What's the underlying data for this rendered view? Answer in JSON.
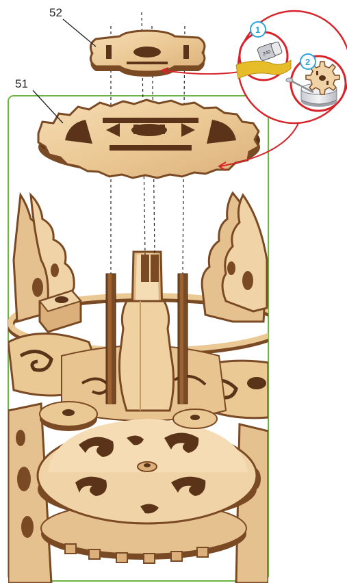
{
  "parts": [
    {
      "number": "52"
    },
    {
      "number": "51"
    }
  ],
  "steps": [
    {
      "number": "1",
      "icon": "sandpaper-icon",
      "text": "240"
    },
    {
      "number": "2",
      "icon": "wax-gear-icon"
    }
  ],
  "colors": {
    "frame": "#6cb33f",
    "callout": "#d8232a",
    "step_circle": "#2aa6dc",
    "wood_light": "#f0d3a6",
    "wood_mid": "#dcb07a",
    "wood_edge": "#7a4a24",
    "wood_dark": "#5a3318",
    "sandpaper": "#e6bc28"
  }
}
